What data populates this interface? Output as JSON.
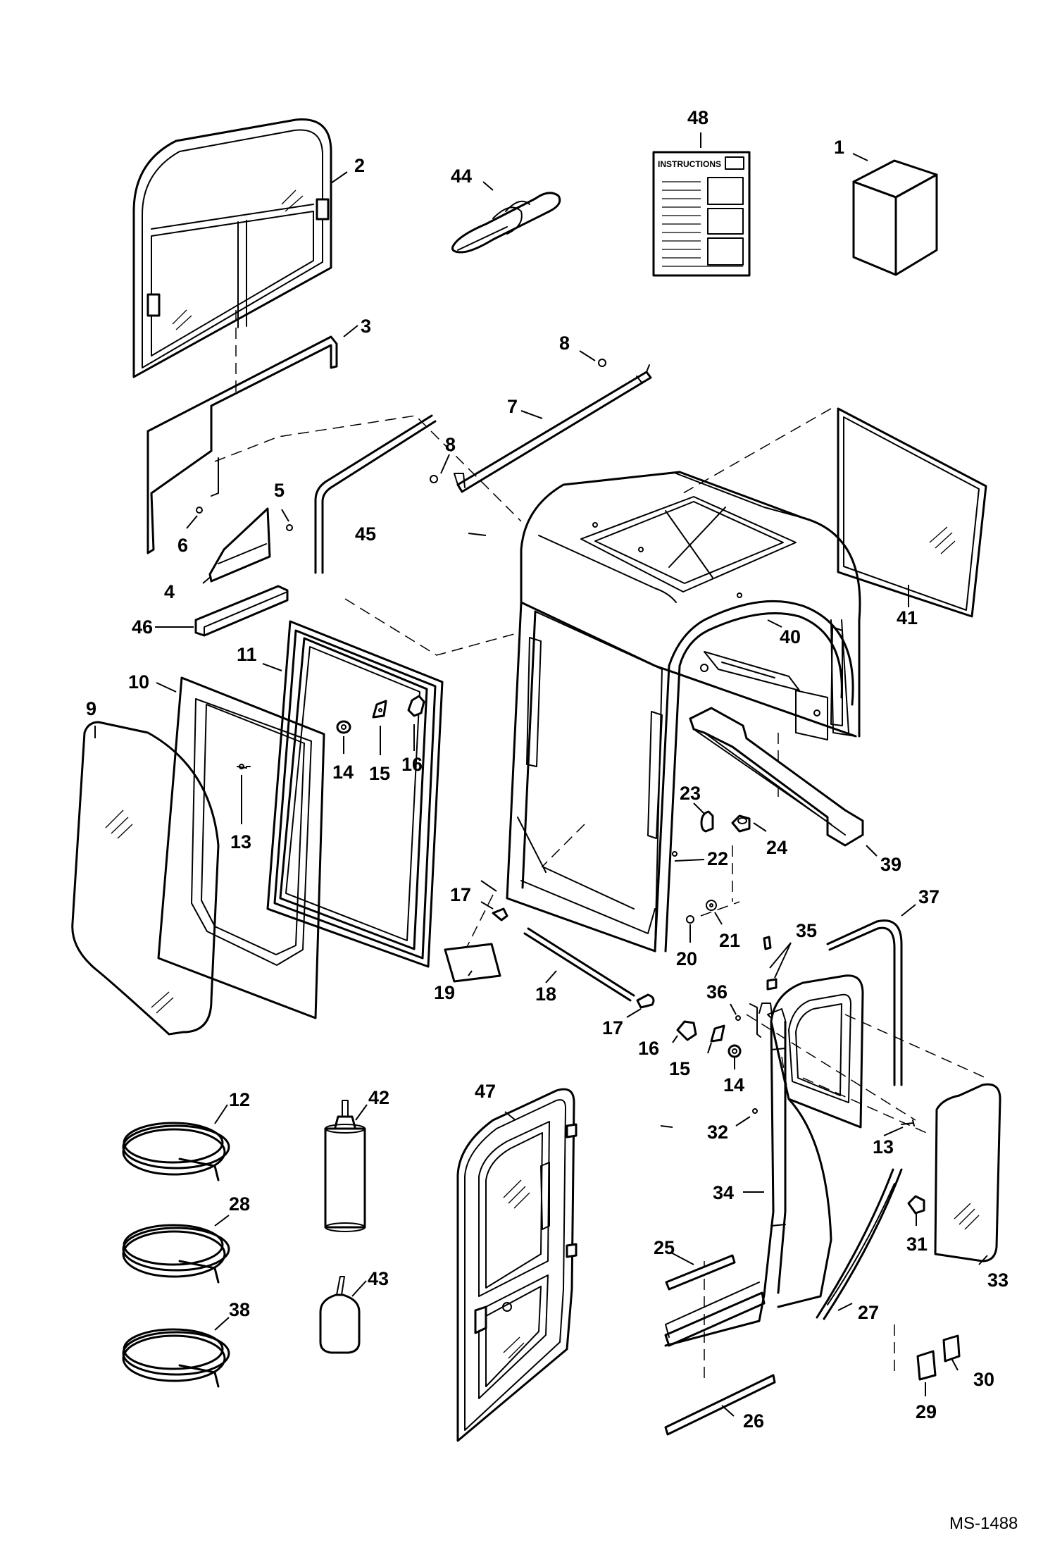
{
  "labels": {
    "p1": "1",
    "p2": "2",
    "p3": "3",
    "p4": "4",
    "p5": "5",
    "p6": "6",
    "p7": "7",
    "p8a": "8",
    "p8b": "8",
    "p9": "9",
    "p10": "10",
    "p11": "11",
    "p12": "12",
    "p13a": "13",
    "p13b": "13",
    "p14a": "14",
    "p14b": "14",
    "p15a": "15",
    "p15b": "15",
    "p16a": "16",
    "p16b": "16",
    "p17a": "17",
    "p17b": "17",
    "p18": "18",
    "p19": "19",
    "p20": "20",
    "p21": "21",
    "p22": "22",
    "p23": "23",
    "p24": "24",
    "p25": "25",
    "p26": "26",
    "p27": "27",
    "p28": "28",
    "p29": "29",
    "p30": "30",
    "p31": "31",
    "p32": "32",
    "p33": "33",
    "p34": "34",
    "p35": "35",
    "p36": "36",
    "p37": "37",
    "p38": "38",
    "p39": "39",
    "p40": "40",
    "p41": "41",
    "p42": "42",
    "p43": "43",
    "p44": "44",
    "p45": "45",
    "p46": "46",
    "p47": "47",
    "p48": "48"
  },
  "instructions_sheet_title": "INSTRUCTIONS",
  "drawing_number": "MS-1488"
}
